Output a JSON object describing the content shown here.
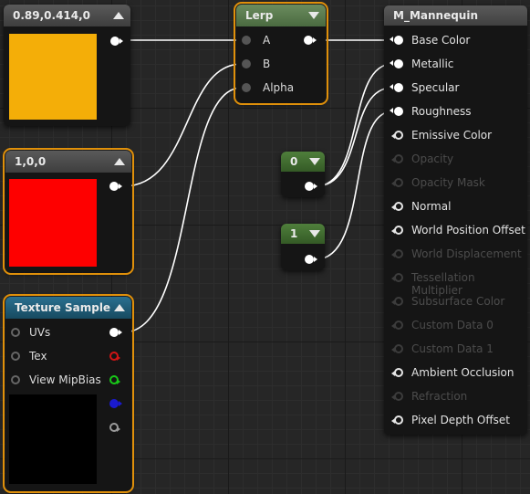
{
  "const_color_1": {
    "title": "0.89,0.414,0",
    "swatch": "#f4ae08"
  },
  "const_color_2": {
    "title": "1,0,0",
    "swatch": "#fe0000"
  },
  "texture_sample": {
    "title": "Texture Sample",
    "inputs": [
      "UVs",
      "Tex",
      "View MipBias"
    ],
    "preview": "#000000"
  },
  "lerp": {
    "title": "Lerp",
    "inputs": [
      "A",
      "B",
      "Alpha"
    ]
  },
  "const_0": {
    "title": "0"
  },
  "const_1": {
    "title": "1"
  },
  "material": {
    "title": "M_Mannequin",
    "pins": [
      "Base Color",
      "Metallic",
      "Specular",
      "Roughness",
      "Emissive Color",
      "Opacity",
      "Opacity Mask",
      "Normal",
      "World Position Offset",
      "World Displacement",
      "Tessellation Multiplier",
      "Subsurface Color",
      "Custom Data 0",
      "Custom Data 1",
      "Ambient Occlusion",
      "Refraction",
      "Pixel Depth Offset"
    ]
  },
  "colors": {
    "selection": "#e0900a",
    "constant_header": "#4a4a4a",
    "lerp_header": "#5b7a4f",
    "scalar_header": "#3f6a2f",
    "texture_header": "#1f5e78",
    "material_header": "#4a4a4a",
    "wire": "#ffffff"
  }
}
